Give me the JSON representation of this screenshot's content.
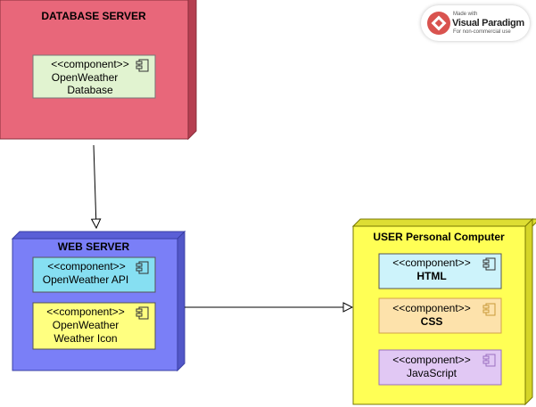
{
  "nodes": {
    "database_server": {
      "title": "DATABASE SERVER",
      "components": [
        {
          "stereotype": "<<component>>",
          "name_line1": "OpenWeather",
          "name_line2": "Database"
        }
      ]
    },
    "web_server": {
      "title": "WEB SERVER",
      "components": [
        {
          "stereotype": "<<component>>",
          "name_line1": "OpenWeather API"
        },
        {
          "stereotype": "<<component>>",
          "name_line1": "OpenWeather",
          "name_line2": "Weather Icon"
        }
      ]
    },
    "user_computer": {
      "title": "USER Personal Computer",
      "components": [
        {
          "stereotype": "<<component>>",
          "name_line1": "HTML"
        },
        {
          "stereotype": "<<component>>",
          "name_line1": "CSS"
        },
        {
          "stereotype": "<<component>>",
          "name_line1": "JavaScript"
        }
      ]
    }
  },
  "watermark": {
    "made_with": "Made with",
    "brand": "Visual Paradigm",
    "note": "For non-commercial use"
  },
  "colors": {
    "database_server_fill": "#e8677a",
    "web_server_fill": "#7a7ff7",
    "user_computer_fill": "#ffff55",
    "db_component_fill": "#e1f3d0",
    "api_component_fill": "#86dff2",
    "icon_component_fill": "#ffff80",
    "html_component_fill": "#cdf3fb",
    "css_component_fill": "#fde2ab",
    "js_component_fill": "#e1c8f4"
  }
}
